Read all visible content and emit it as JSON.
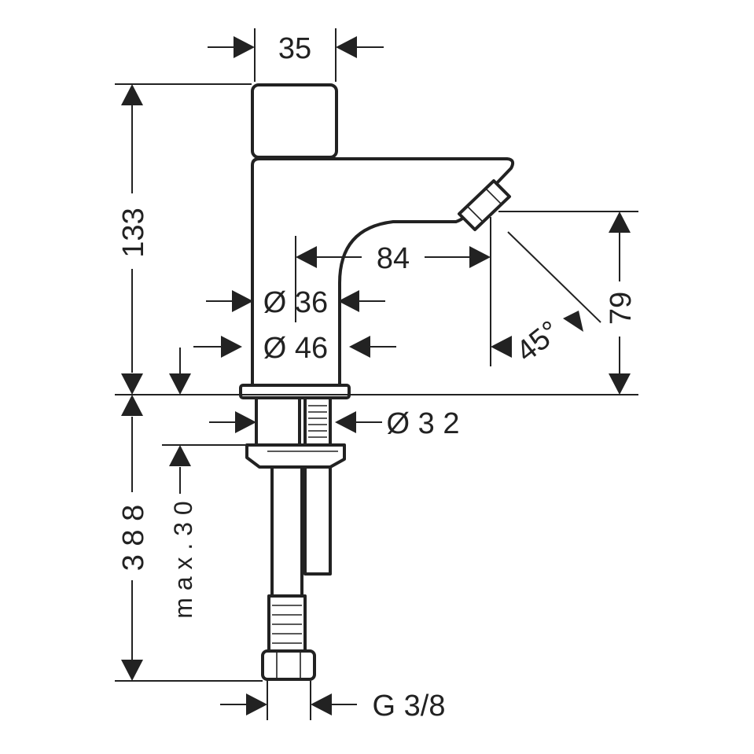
{
  "dimensions": {
    "top_width": "35",
    "height_total": "133",
    "reach": "84",
    "spout_height": "79",
    "angle": "45°",
    "dia_36": "Ø 36",
    "dia_46": "Ø 46",
    "dia_32": "Ø 3 2",
    "shank_length": "3 8 8",
    "max_thickness": "m a x . 3 0",
    "thread": "G 3/8"
  },
  "colors": {
    "line": "#222222",
    "background": "#ffffff"
  }
}
